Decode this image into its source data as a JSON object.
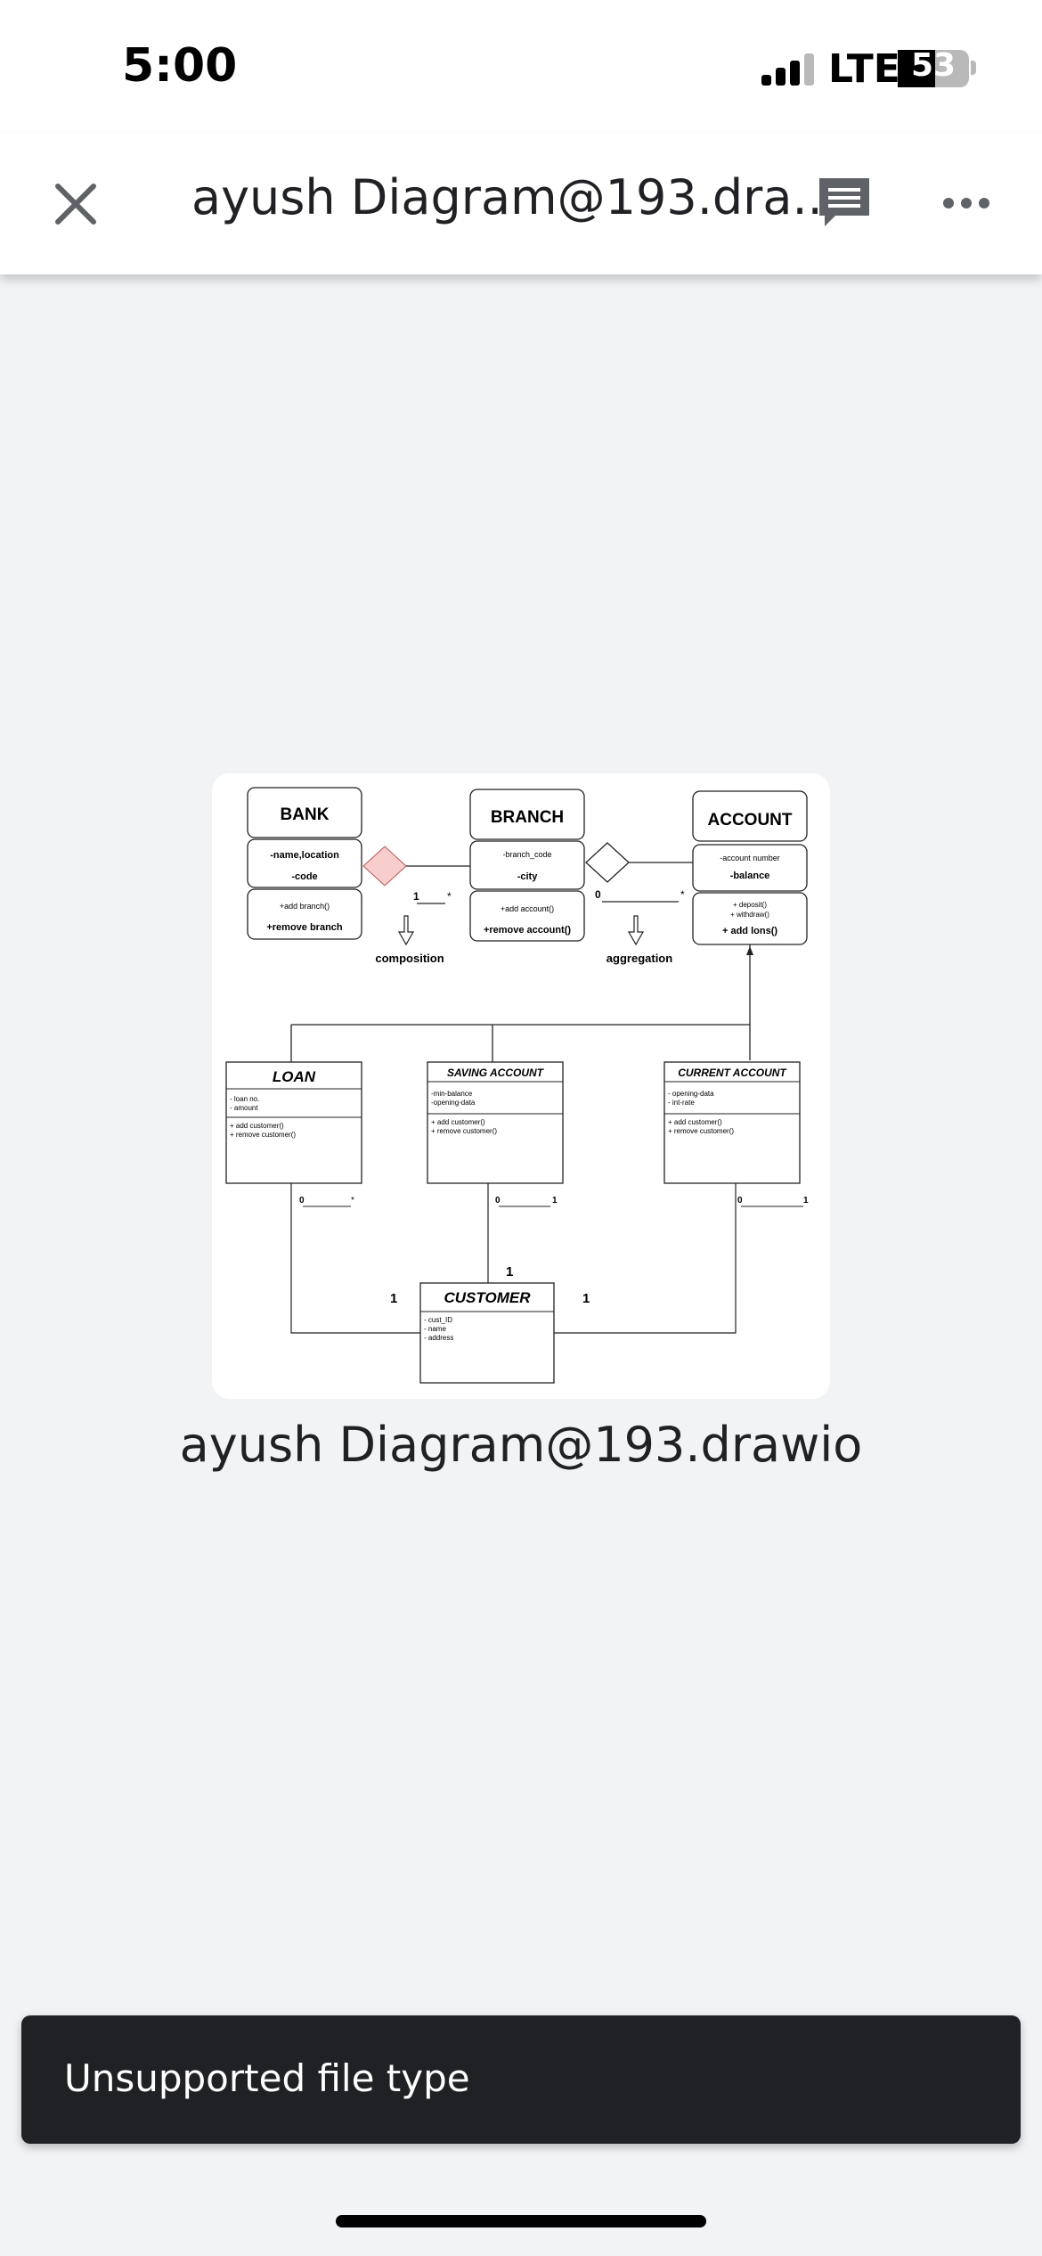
{
  "status_bar": {
    "time": "5:00",
    "network": "LTE",
    "battery": "53",
    "battery_level": 0.53
  },
  "toolbar": {
    "title": "ayush Diagram@193.dra...",
    "close_icon": "close-icon",
    "comment_icon": "comment-icon",
    "more_icon": "more-horizontal-icon"
  },
  "preview": {
    "caption": "ayush Diagram@193.drawio",
    "diagram": {
      "bank": {
        "name": "BANK",
        "attr1": "-name,location",
        "attr2": "-code",
        "op1": "+add branch()",
        "op2": "+remove branch"
      },
      "branch": {
        "name": "BRANCH",
        "attr1": "-branch_code",
        "attr2": "-city",
        "op1": "+add account()",
        "op2": "+remove account()"
      },
      "account": {
        "name": "ACCOUNT",
        "attr1": "-account number",
        "attr2": "-balance",
        "op1": "+ deposit()",
        "op2": "+ withdraw()",
        "op3": "+ add lons()"
      },
      "bank_branch": {
        "left": "1",
        "right": "*",
        "label": "composition"
      },
      "branch_account": {
        "left": "0",
        "right": "*",
        "label": "aggregation"
      },
      "loan": {
        "name": "LOAN",
        "attr1": "- loan no.",
        "attr2": "- amount",
        "op1": "+ add customer()",
        "op2": "+ remove customer()",
        "mult_left": "0",
        "mult_right": "*"
      },
      "saving": {
        "name": "SAVING ACCOUNT",
        "attr1": "-min-balance",
        "attr2": "-opening-data",
        "op1": "+ add customer()",
        "op2": "+ remove customer()",
        "mult_left": "0",
        "mult_right": "1"
      },
      "current": {
        "name": "CURRENT ACCOUNT",
        "attr1": "- opening-data",
        "attr2": "- int-rate",
        "op1": "+ add customer()",
        "op2": "+ remove customer()",
        "mult_left": "0",
        "mult_right": "1"
      },
      "customer": {
        "name": "CUSTOMER",
        "attr1": "- cust_ID",
        "attr2": "- name",
        "attr3": "- address",
        "mult_left": "1",
        "mult_top": "1",
        "mult_right": "1"
      }
    }
  },
  "snackbar": {
    "message": "Unsupported file type"
  }
}
